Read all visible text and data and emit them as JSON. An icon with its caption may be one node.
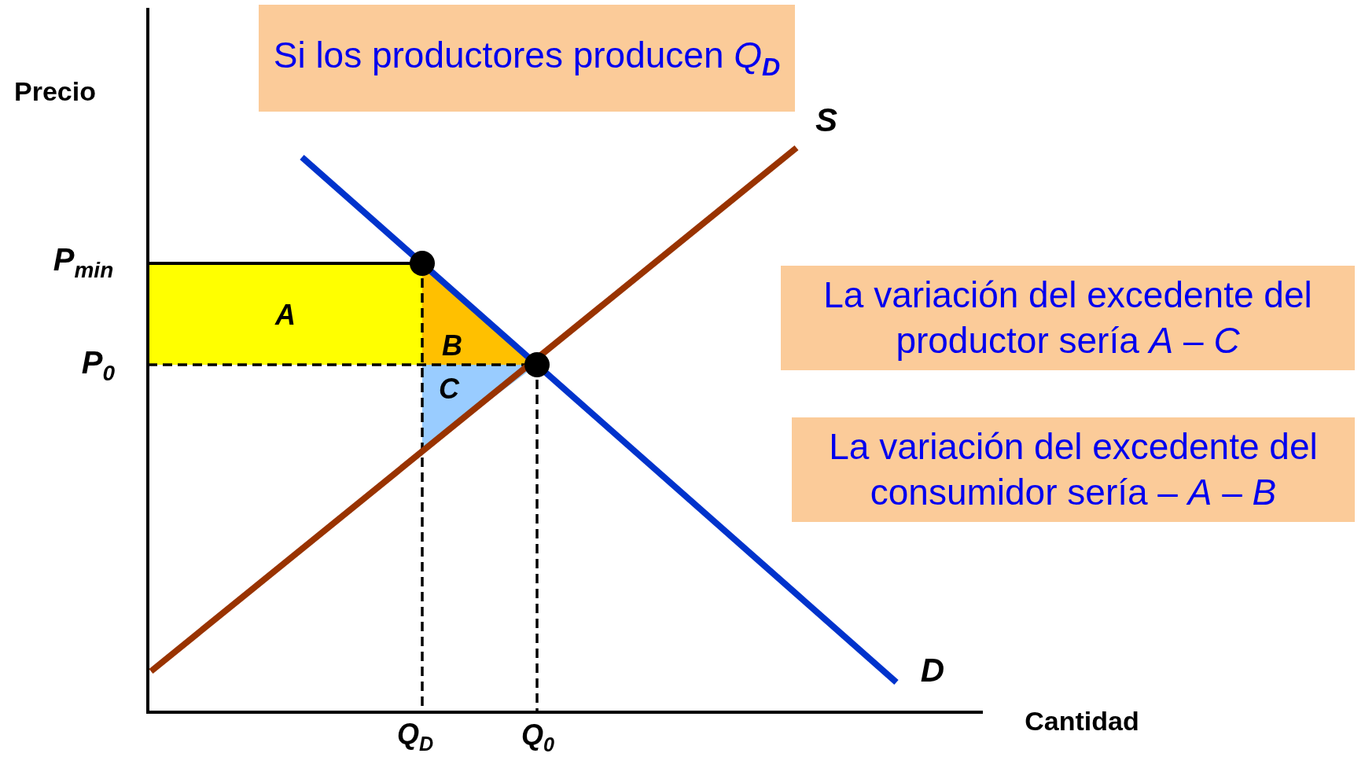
{
  "diagram": {
    "nodes": [
      {
        "text": [
          "Si los productores producen *Q*$_{D}$"
        ]
      },
      {
        "text": [
          "La variación del excedente del productor sería *A* –  *C*"
        ]
      },
      {
        "text": [
          "La variación del excedente del consumidor sería – *A* –  *B*"
        ]
      }
    ],
    "labels": [
      "Precio",
      "P$_{min}$",
      "A",
      "B",
      "P$_{0}$",
      "C",
      "S",
      "D",
      "Cantidad",
      "Q$_{D}$",
      "Q$_{0}$"
    ]
  }
}
